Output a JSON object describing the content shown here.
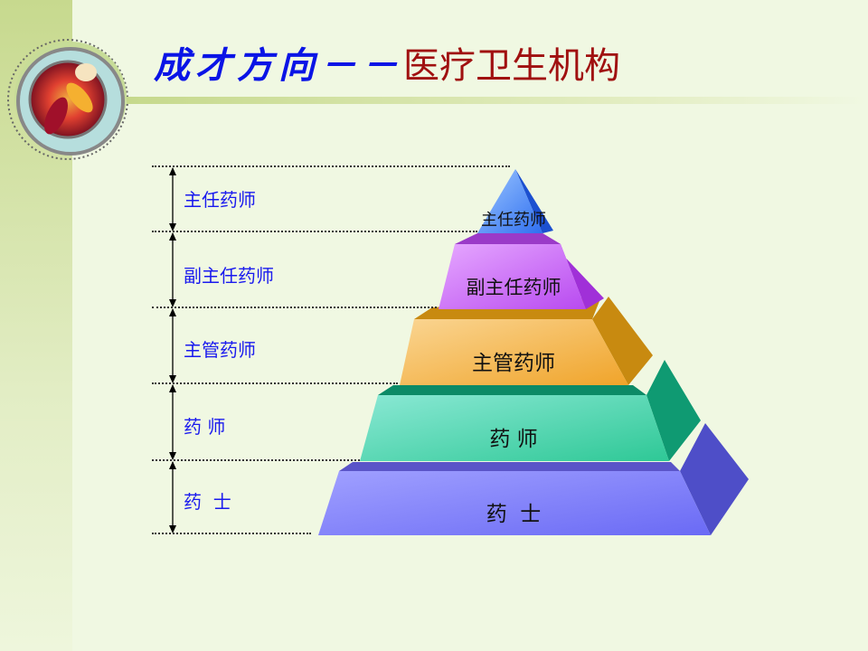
{
  "title": {
    "part1": "成才方向－－",
    "part2": "医疗卫生机构"
  },
  "levels": [
    {
      "left_label": "主任药师",
      "pyramid_label": "主任药师"
    },
    {
      "left_label": "副主任药师",
      "pyramid_label": "副主任药师"
    },
    {
      "left_label": "主管药师",
      "pyramid_label": "主管药师"
    },
    {
      "left_label": "药 师",
      "pyramid_label": "药 师"
    },
    {
      "left_label": "药  士",
      "pyramid_label": "药  士"
    }
  ],
  "colors": {
    "title_blue": "#0a14e6",
    "title_red": "#a01010",
    "label_blue": "#1a1aee"
  }
}
